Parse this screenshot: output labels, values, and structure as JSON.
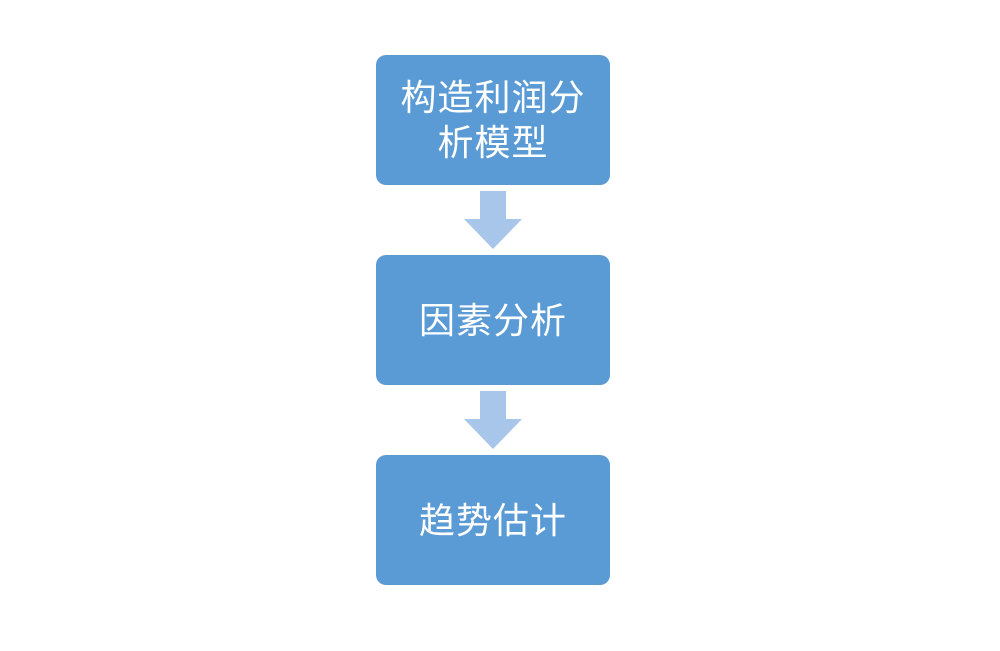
{
  "diagram": {
    "type": "flowchart",
    "direction": "top-to-bottom",
    "steps": [
      {
        "label": "构造利润分析模型"
      },
      {
        "label": "因素分析"
      },
      {
        "label": "趋势估计"
      }
    ],
    "connectors": [
      {
        "shape": "block-arrow-down"
      },
      {
        "shape": "block-arrow-down"
      }
    ],
    "colors": {
      "box_fill": "#5b9bd5",
      "arrow_fill": "#a7c6ea",
      "text": "#ffffff",
      "background": "#ffffff"
    }
  }
}
